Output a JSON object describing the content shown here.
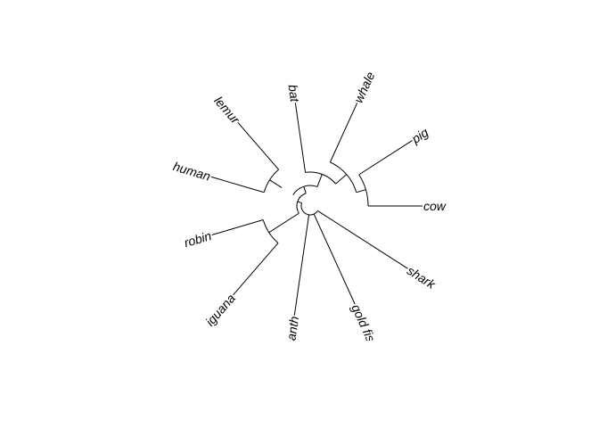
{
  "diagram": {
    "type": "fan-phylogram",
    "tips": [
      {
        "id": "cow",
        "label": "cow"
      },
      {
        "id": "pig",
        "label": "pig"
      },
      {
        "id": "whale",
        "label": "whale"
      },
      {
        "id": "bat",
        "label": "bat"
      },
      {
        "id": "lemur",
        "label": "lemur"
      },
      {
        "id": "human",
        "label": "human"
      },
      {
        "id": "robin",
        "label": "robin"
      },
      {
        "id": "iguana",
        "label": "iguana"
      },
      {
        "id": "coelacanth",
        "label": "coelacanth"
      },
      {
        "id": "goldfish",
        "label": "gold fish"
      },
      {
        "id": "shark",
        "label": "shark"
      }
    ],
    "line_color": "#000000",
    "background": "#ffffff"
  }
}
